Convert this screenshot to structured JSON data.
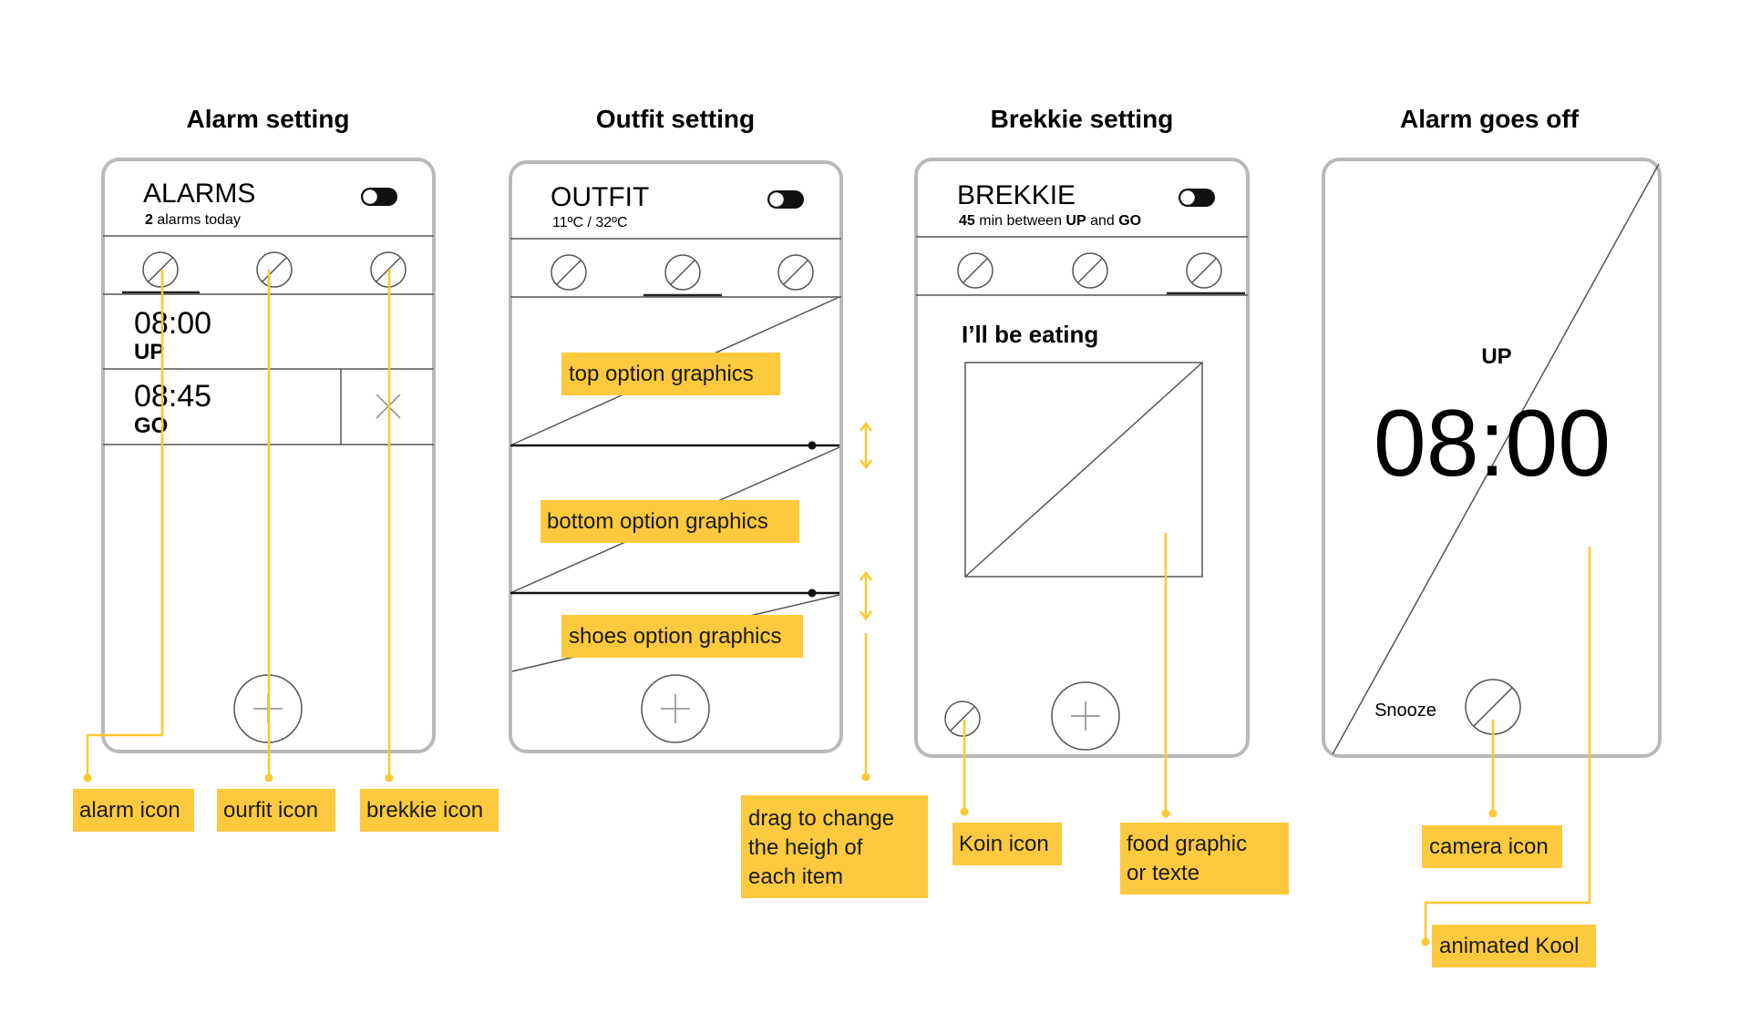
{
  "columns": [
    {
      "title": "Alarm setting"
    },
    {
      "title": "Outfit setting"
    },
    {
      "title": "Brekkie setting"
    },
    {
      "title": "Alarm goes off"
    }
  ],
  "alarm_screen": {
    "title": "ALARMS",
    "subtitle_count": "2",
    "subtitle_rest": " alarms today",
    "alarms": [
      {
        "time": "08:00",
        "label": "UP"
      },
      {
        "time": "08:45",
        "label": "GO"
      }
    ]
  },
  "outfit_screen": {
    "title": "OUTFIT",
    "temperature": "11ºC / 32ºC"
  },
  "brekkie_screen": {
    "title": "BREKKIE",
    "subtitle_a": "45",
    "subtitle_b": " min between ",
    "subtitle_c": "UP",
    "subtitle_d": " and ",
    "subtitle_e": "GO",
    "eating_heading": "I’ll be eating"
  },
  "alarm_off_screen": {
    "label": "UP",
    "time": "08:00",
    "snooze": "Snooze"
  },
  "annotations": {
    "alarm_icon": "alarm icon",
    "outfit_icon": "ourfit icon",
    "brekkie_icon": "brekkie icon",
    "top_option": "top option graphics",
    "bottom_option": "bottom option graphics",
    "shoes_option": "shoes option graphics",
    "drag_line1": "drag to change",
    "drag_line2": "the heigh of",
    "drag_line3": "each item",
    "koin_icon": "Koin icon",
    "food_line1": "food graphic",
    "food_line2": "or texte",
    "camera_icon": "camera icon",
    "animated_kool": "animated Kool"
  },
  "colors": {
    "annotation_yellow": "#fdc82f",
    "frame_gray": "#b9b9b9"
  }
}
